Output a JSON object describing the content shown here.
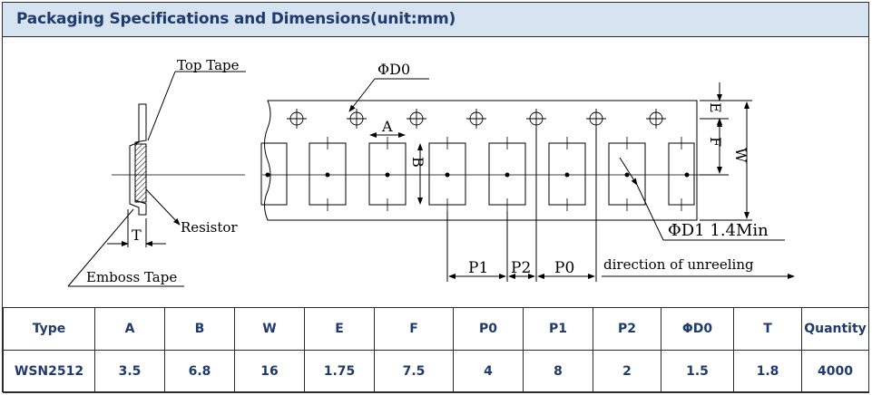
{
  "header": {
    "title": "Packaging Specifications and Dimensions(unit:mm)"
  },
  "drawing": {
    "labels": {
      "top_tape": "Top Tape",
      "resistor": "Resistor",
      "emboss_tape": "Emboss Tape",
      "t": "T",
      "phi_d0": "ΦD0",
      "a": "A",
      "b": "B",
      "e": "E",
      "f": "F",
      "w": "W",
      "phi_d1": "ΦD1  1.4Min",
      "p1": "P1",
      "p2": "P2",
      "p0": "P0",
      "direction": "direction of unreeling"
    }
  },
  "table": {
    "headers": [
      "Type",
      "A",
      "B",
      "W",
      "E",
      "F",
      "P0",
      "P1",
      "P2",
      "ΦD0",
      "T",
      "Quantity"
    ],
    "row": [
      "WSN2512",
      "3.5",
      "6.8",
      "16",
      "1.75",
      "7.5",
      "4",
      "8",
      "2",
      "1.5",
      "1.8",
      "4000"
    ]
  }
}
